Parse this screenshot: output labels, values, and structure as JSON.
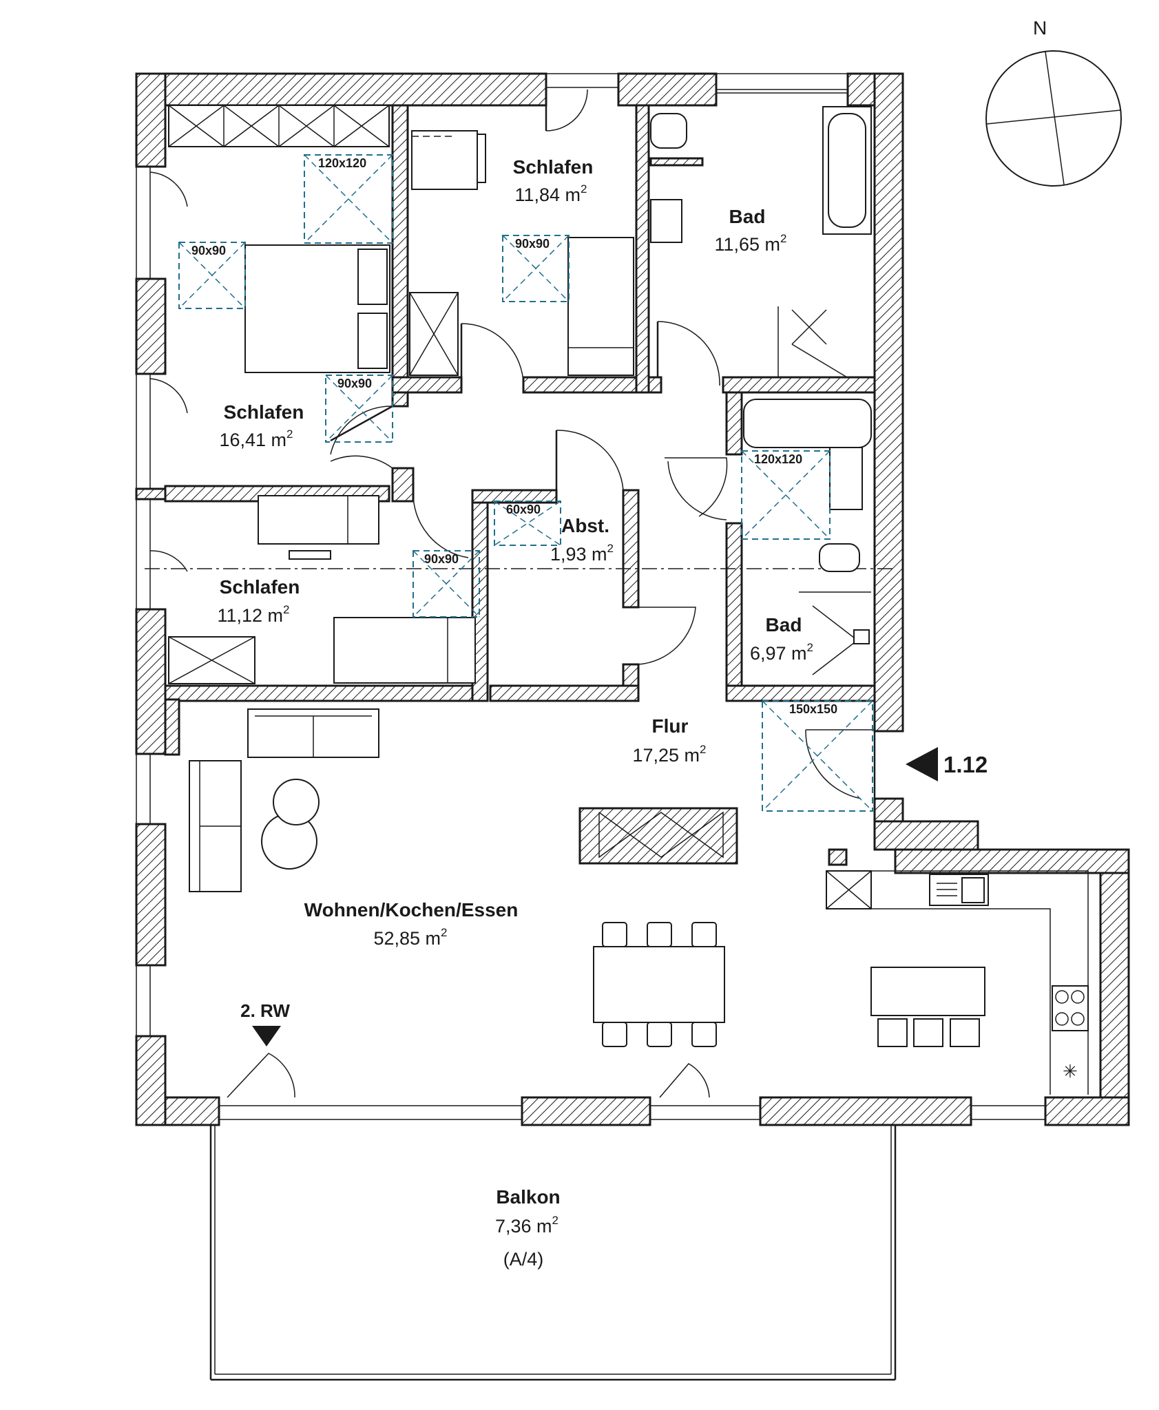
{
  "compass": {
    "north_label": "N"
  },
  "rooms": [
    {
      "id": "schlafen-1",
      "name": "Schlafen",
      "area": "16,41 m",
      "unit_sup": "2"
    },
    {
      "id": "schlafen-2",
      "name": "Schlafen",
      "area": "11,84 m",
      "unit_sup": "2"
    },
    {
      "id": "bad-1",
      "name": "Bad",
      "area": "11,65 m",
      "unit_sup": "2"
    },
    {
      "id": "schlafen-3",
      "name": "Schlafen",
      "area": "11,12 m",
      "unit_sup": "2"
    },
    {
      "id": "abst",
      "name": "Abst.",
      "area": "1,93 m",
      "unit_sup": "2"
    },
    {
      "id": "bad-2",
      "name": "Bad",
      "area": "6,97 m",
      "unit_sup": "2"
    },
    {
      "id": "flur",
      "name": "Flur",
      "area": "17,25 m",
      "unit_sup": "2"
    },
    {
      "id": "wohnen",
      "name": "Wohnen/Kochen/Essen",
      "area": "52,85 m",
      "unit_sup": "2"
    },
    {
      "id": "balkon",
      "name": "Balkon",
      "area": "7,36 m",
      "unit_sup": "2",
      "note": "(A/4)"
    }
  ],
  "clearances": [
    "120x120",
    "90x90",
    "90x90",
    "90x90",
    "120x120",
    "60x90",
    "90x90",
    "150x150"
  ],
  "markers": {
    "entrance": "1.12",
    "escape_route": "2. RW"
  },
  "colors": {
    "line": "#1a1a1a",
    "clearance": "#1f6f8b",
    "background": "#ffffff"
  }
}
